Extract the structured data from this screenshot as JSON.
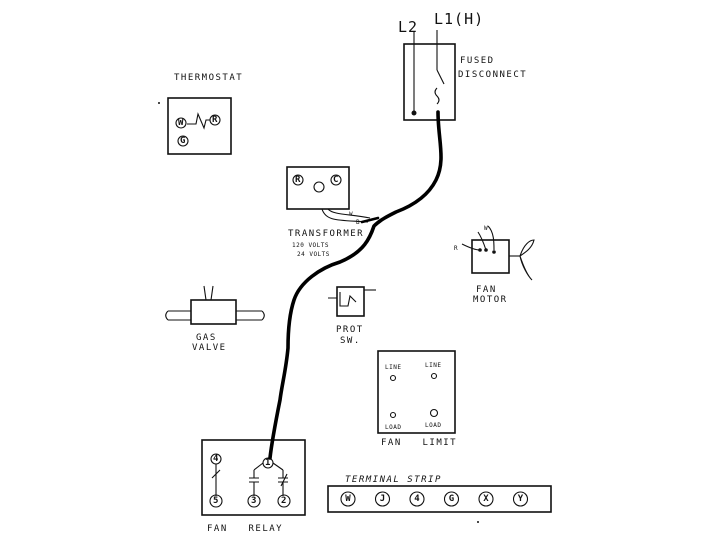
{
  "disconnect": {
    "l2": "L2",
    "l1": "L1(H)",
    "label_line1": "FUSED",
    "label_line2": "DISCONNECT"
  },
  "thermostat": {
    "title": "THERMOSTAT",
    "w": "W",
    "r": "R",
    "g": "G"
  },
  "transformer": {
    "r": "R",
    "c": "C",
    "w": "w",
    "b": "B",
    "label_line1": "TRANSFORMER",
    "label_line2": "120 VOLTS",
    "label_line3": "24 VOLTS"
  },
  "fan_motor": {
    "r": "R",
    "w": "W",
    "label_line1": "FAN",
    "label_line2": "MOTOR"
  },
  "gas_valve": {
    "label_line1": "GAS",
    "label_line2": "VALVE"
  },
  "prot_switch": {
    "label_line1": "PROT",
    "label_line2": "SW."
  },
  "fan_limit": {
    "line_left": "LINE",
    "line_right": "LINE",
    "load_left": "LOAD",
    "load_right": "LOAD",
    "label": "FAN   LIMIT"
  },
  "fan_relay": {
    "top_left": "4",
    "coil": "1",
    "t5": "5",
    "t3": "3",
    "t2": "2",
    "label": "FAN   RELAY"
  },
  "terminal_strip": {
    "title": "TERMINAL STRIP",
    "terminals": [
      "W",
      "J",
      "4",
      "G",
      "X",
      "Y"
    ]
  }
}
